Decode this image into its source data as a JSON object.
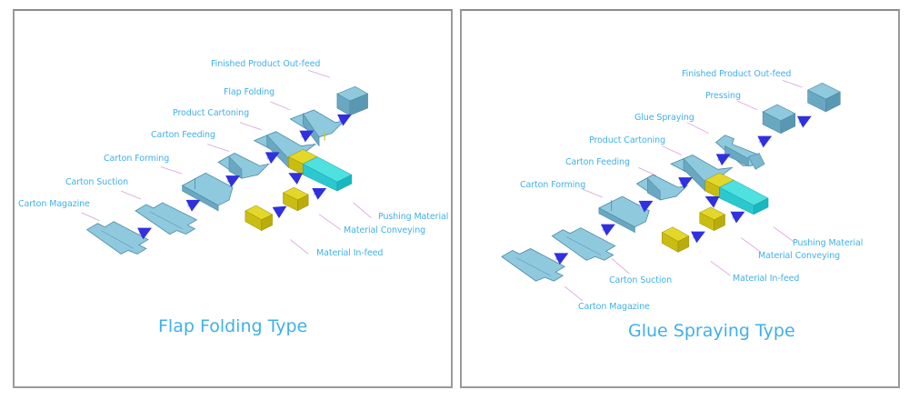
{
  "colors": {
    "label_text": "#3fb0e8",
    "leader_line": "#d060c8",
    "carton_top": "#8fc9de",
    "carton_side": "#6aa8c2",
    "carton_edge": "#4b8aa6",
    "material_top": "#e3d72a",
    "material_side": "#b9ac0c",
    "pusher_top": "#4fe0e0",
    "pusher_side": "#19b8c0",
    "arrow": "#3030e0",
    "border": "#9a9a9a"
  },
  "panels": [
    {
      "title": "Flap Folding Type",
      "labels": {
        "finished_outfeed": "Finished Product Out-feed",
        "flap_folding": "Flap Folding",
        "product_cartoning": "Product Cartoning",
        "carton_feeding": "Carton Feeding",
        "carton_forming": "Carton Forming",
        "carton_suction": "Carton Suction",
        "carton_magazine": "Carton Magazine",
        "pushing_material": "Pushing Material",
        "material_conveying": "Material Conveying",
        "material_infeed": "Material In-feed"
      }
    },
    {
      "title": "Glue Spraying Type",
      "labels": {
        "finished_outfeed": "Finished Product Out-feed",
        "pressing": "Pressing",
        "glue_spraying": "Glue Spraying",
        "product_cartoning": "Product Cartoning",
        "carton_feeding": "Carton Feeding",
        "carton_forming": "Carton Forming",
        "carton_suction": "Carton Suction",
        "carton_magazine": "Carton Magazine",
        "pushing_material": "Pushing Material",
        "material_conveying": "Material Conveying",
        "material_infeed": "Material In-feed"
      }
    }
  ]
}
